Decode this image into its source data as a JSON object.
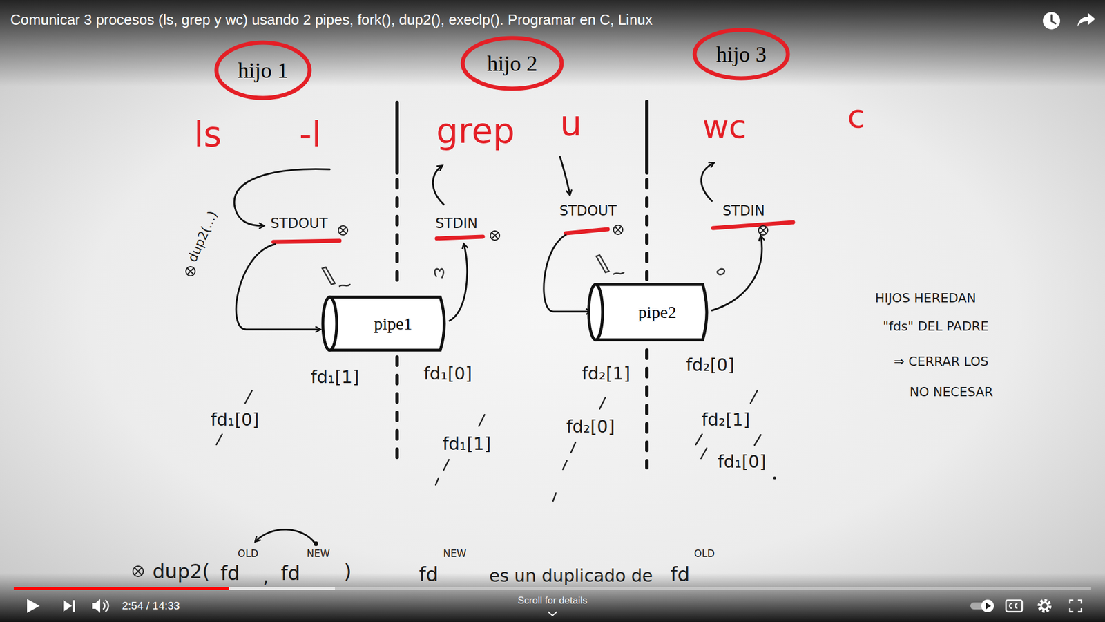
{
  "diagram": {
    "title": "Comunicar 3 procesos (ls, grep y wc) usando 2 pipes, fork(), dup2(), execlp(). Programar en C, Linux",
    "nodes": [
      {
        "text": [
          "hijo 1"
        ]
      },
      {
        "text": [
          "hijo 2"
        ]
      },
      {
        "text": [
          "hijo 3"
        ]
      },
      {
        "text": [
          "pipe1"
        ]
      },
      {
        "text": [
          "pipe2"
        ]
      }
    ],
    "labels": [
      "ls",
      "-l",
      "grep",
      "u",
      "wc",
      "c",
      "STDOUT",
      "STDIN",
      "STDOUT",
      "STDIN",
      "fd₁[1]",
      "fd₁[0]",
      "fd₂[1]",
      "fd₂[0]",
      "fd₁[0]",
      "fd₁[1]",
      "fd₂[0]",
      "fd₂[1]",
      "fd₁[0]",
      "HIJOS HEREDAN",
      "\"fds\" DEL PADRE",
      "⇒ CERRAR LOS",
      "NO NECESAR",
      "dup2(...)",
      "dup2(",
      "fd",
      "OLD",
      ",",
      "fd",
      "NEW",
      ")",
      "fd",
      "NEW",
      "es un duplicado de",
      "fd",
      "OLD",
      "2:54 / 14:33",
      "Scroll for details"
    ]
  }
}
